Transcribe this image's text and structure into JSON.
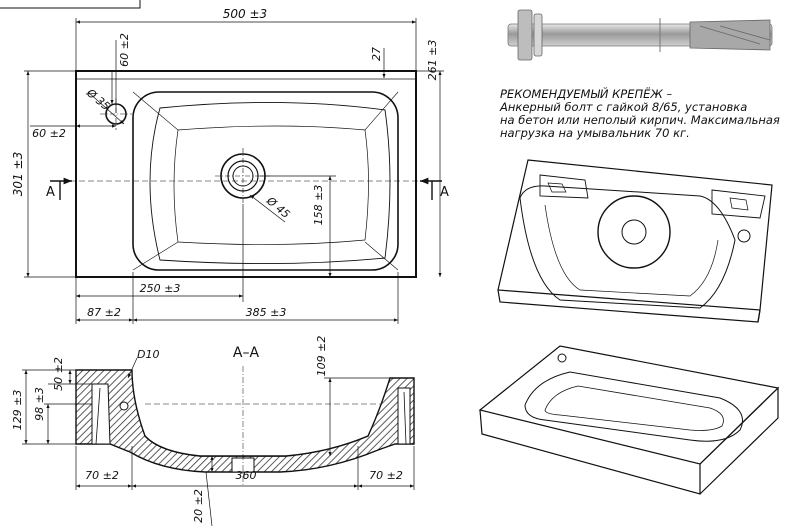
{
  "dimensions": {
    "overall_width": "500 ±3",
    "overall_depth": "301 ±3",
    "tap_hole_offset_top": "60 ±2",
    "tap_hole_offset_left": "60 ±2",
    "tap_hole_diameter": "Ø 35",
    "drain_diameter": "Ø 45",
    "rim_27": "27",
    "depth_261": "261 ±3",
    "drain_offset_y": "158 ±3",
    "drain_offset_x": "250 ±3",
    "left_87": "87 ±2",
    "bowl_385": "385 ±3"
  },
  "section": {
    "title": "А–А",
    "marker_left": "А",
    "marker_right": "А",
    "radius": "D10",
    "height_50": "50 ±2",
    "height_129": "129 ±3",
    "height_98": "98 ±3",
    "height_109": "109 ±2",
    "width_70_left": "70 ±2",
    "width_360": "360",
    "width_70_right": "70 ±2",
    "bottom_20": "20 ±2"
  },
  "note": {
    "lines": [
      "РЕКОМЕНДУЕМЫЙ КРЕПЁЖ –",
      "Анкерный болт с гайкой 8/65, установка",
      "на бетон или неполый кирпич. Максимальная",
      "нагрузка на умывальник 70 кг."
    ]
  }
}
